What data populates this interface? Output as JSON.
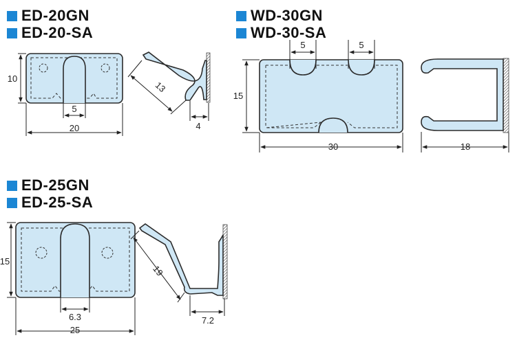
{
  "colors": {
    "accent": "#1b86d4",
    "part_fill": "#cfe7f5",
    "outline": "#2b2b2b",
    "wall_hatch": "#555555"
  },
  "parts": [
    {
      "id": "ed20",
      "titles": [
        "ED-20GN",
        "ED-20-SA"
      ],
      "dims": {
        "height": "10",
        "slot": "5",
        "width": "20",
        "hook": "13",
        "depth": "4"
      }
    },
    {
      "id": "wd30",
      "titles": [
        "WD-30GN",
        "WD-30-SA"
      ],
      "dims": {
        "slot_left": "5",
        "slot_right": "5",
        "height": "15",
        "width": "30",
        "depth": "18"
      }
    },
    {
      "id": "ed25",
      "titles": [
        "ED-25GN",
        "ED-25-SA"
      ],
      "dims": {
        "height": "15",
        "slot": "6.3",
        "width": "25",
        "hook": "19",
        "depth": "7.2"
      }
    }
  ]
}
